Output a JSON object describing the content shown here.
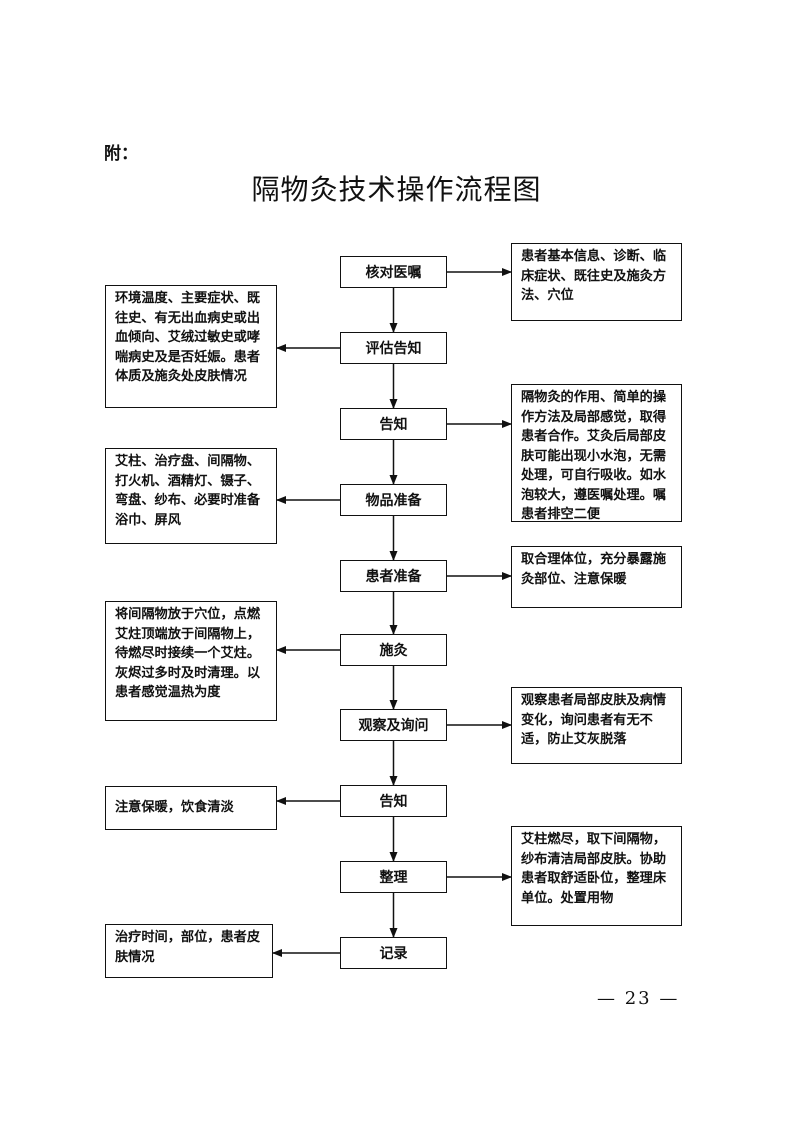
{
  "annex_label": "附：",
  "title": "隔物灸技术操作流程图",
  "page_number": "— 23 —",
  "steps": [
    {
      "label": "核对医嘱",
      "note_side": "right",
      "note": "患者基本信息、诊断、临床症状、既往史及施灸方法、穴位"
    },
    {
      "label": "评估告知",
      "note_side": "left",
      "note": "环境温度、主要症状、既往史、有无出血病史或出血倾向、艾绒过敏史或哮喘病史及是否妊娠。患者体质及施灸处皮肤情况"
    },
    {
      "label": "告知",
      "note_side": "right",
      "note": "隔物灸的作用、简单的操作方法及局部感觉，取得患者合作。艾灸后局部皮肤可能出现小水泡，无需处理，可自行吸收。如水泡较大，遵医嘱处理。嘱患者排空二便"
    },
    {
      "label": "物品准备",
      "note_side": "left",
      "note": "艾柱、治疗盘、间隔物、打火机、酒精灯、镊子、弯盘、纱布、必要时准备浴巾、屏风"
    },
    {
      "label": "患者准备",
      "note_side": "right",
      "note": "取合理体位，充分暴露施灸部位、注意保暖"
    },
    {
      "label": "施灸",
      "note_side": "left",
      "note": "将间隔物放于穴位，点燃艾炷顶端放于间隔物上，待燃尽时接续一个艾炷。灰烬过多时及时清理。以患者感觉温热为度"
    },
    {
      "label": "观察及询问",
      "note_side": "right",
      "note": "观察患者局部皮肤及病情变化，询问患者有无不适，防止艾灰脱落"
    },
    {
      "label": "告知",
      "note_side": "left",
      "note": "注意保暖，饮食清淡"
    },
    {
      "label": "整理",
      "note_side": "right",
      "note": "艾柱燃尽，取下间隔物，纱布清洁局部皮肤。协助患者取舒适卧位，整理床单位。处置用物"
    },
    {
      "label": "记录",
      "note_side": "left",
      "note": "治疗时间，部位，患者皮肤情况"
    }
  ]
}
